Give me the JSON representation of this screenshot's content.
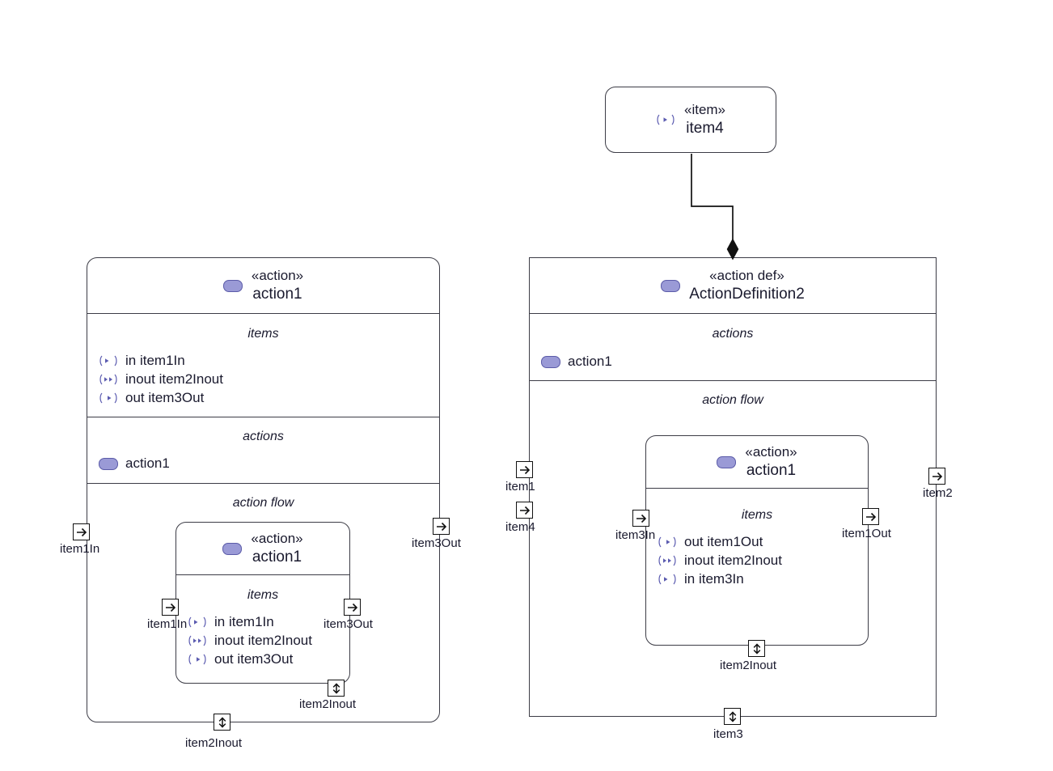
{
  "diagram": {
    "kind": "sysml-action-definition-diagram",
    "background": "#ffffff",
    "accent_badge_color": "#9a9ad6",
    "accent_badge_border": "#5b5ba8",
    "icon_color": "#5b5bb0",
    "line_color": "#3c3c46"
  },
  "item4_node": {
    "stereotype": "«item»",
    "name": "item4",
    "icon": "item-in-icon"
  },
  "left_action": {
    "stereotype": "«action»",
    "name": "action1",
    "icon": "action-badge-icon",
    "compartments": {
      "items_caption": "items",
      "items": [
        {
          "direction": "in",
          "label": "in item1In",
          "icon": "direction-in-icon"
        },
        {
          "direction": "inout",
          "label": "inout item2Inout",
          "icon": "direction-inout-icon"
        },
        {
          "direction": "out",
          "label": "out item3Out",
          "icon": "direction-out-icon"
        }
      ],
      "actions_caption": "actions",
      "actions": [
        {
          "label": "action1",
          "icon": "action-badge-icon"
        }
      ],
      "flow_caption": "action flow"
    },
    "ports": [
      {
        "name": "item1In",
        "edge": "left",
        "glyph": "arrow-right"
      },
      {
        "name": "item3Out",
        "edge": "right",
        "glyph": "arrow-right"
      },
      {
        "name": "item2Inout",
        "edge": "bottom",
        "glyph": "arrow-updown"
      }
    ]
  },
  "left_inner_action": {
    "stereotype": "«action»",
    "name": "action1",
    "icon": "action-badge-icon",
    "items_caption": "items",
    "items": [
      {
        "direction": "in",
        "label": "in item1In",
        "icon": "direction-in-icon"
      },
      {
        "direction": "inout",
        "label": "inout item2Inout",
        "icon": "direction-inout-icon"
      },
      {
        "direction": "out",
        "label": "out item3Out",
        "icon": "direction-out-icon"
      }
    ],
    "ports": [
      {
        "name": "item1In",
        "edge": "left",
        "glyph": "arrow-right"
      },
      {
        "name": "item3Out",
        "edge": "right",
        "glyph": "arrow-right"
      },
      {
        "name": "item2Inout",
        "edge": "bottom",
        "glyph": "arrow-updown"
      }
    ]
  },
  "right_actiondef": {
    "stereotype": "«action def»",
    "name": "ActionDefinition2",
    "icon": "action-badge-icon",
    "compartments": {
      "actions_caption": "actions",
      "actions": [
        {
          "label": "action1",
          "icon": "action-badge-icon"
        }
      ],
      "flow_caption": "action flow"
    },
    "ports": [
      {
        "name": "item1",
        "edge": "left",
        "glyph": "arrow-right"
      },
      {
        "name": "item4",
        "edge": "left",
        "glyph": "arrow-right"
      },
      {
        "name": "item2",
        "edge": "right",
        "glyph": "arrow-right"
      },
      {
        "name": "item3",
        "edge": "bottom",
        "glyph": "arrow-updown"
      }
    ]
  },
  "right_inner_action": {
    "stereotype": "«action»",
    "name": "action1",
    "icon": "action-badge-icon",
    "items_caption": "items",
    "items": [
      {
        "direction": "out",
        "label": "out item1Out",
        "icon": "direction-out-icon"
      },
      {
        "direction": "inout",
        "label": "inout item2Inout",
        "icon": "direction-inout-icon"
      },
      {
        "direction": "in",
        "label": "in item3In",
        "icon": "direction-in-icon"
      }
    ],
    "ports": [
      {
        "name": "item3In",
        "edge": "left",
        "glyph": "arrow-right"
      },
      {
        "name": "item1Out",
        "edge": "right",
        "glyph": "arrow-right"
      },
      {
        "name": "item2Inout",
        "edge": "bottom",
        "glyph": "arrow-updown"
      }
    ]
  },
  "connector": {
    "type": "composition",
    "source": "item4",
    "target": "ActionDefinition2",
    "end_marker": "filled-diamond"
  }
}
